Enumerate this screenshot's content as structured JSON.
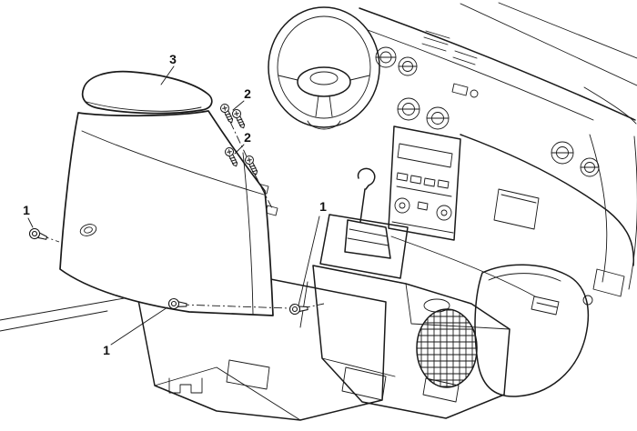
{
  "figure": {
    "subject": "center-console-side-trim-panel-fastener-illustration",
    "background": "#ffffff",
    "line_color": "#1a1a1a"
  },
  "callouts": {
    "panel": {
      "label": "3"
    },
    "screws_upper": {
      "label": "2"
    },
    "screws_lower": {
      "label": "2"
    },
    "pin_left": {
      "label": "1"
    },
    "pin_bottom": {
      "label": "1"
    },
    "pin_right": {
      "label": "1"
    }
  }
}
